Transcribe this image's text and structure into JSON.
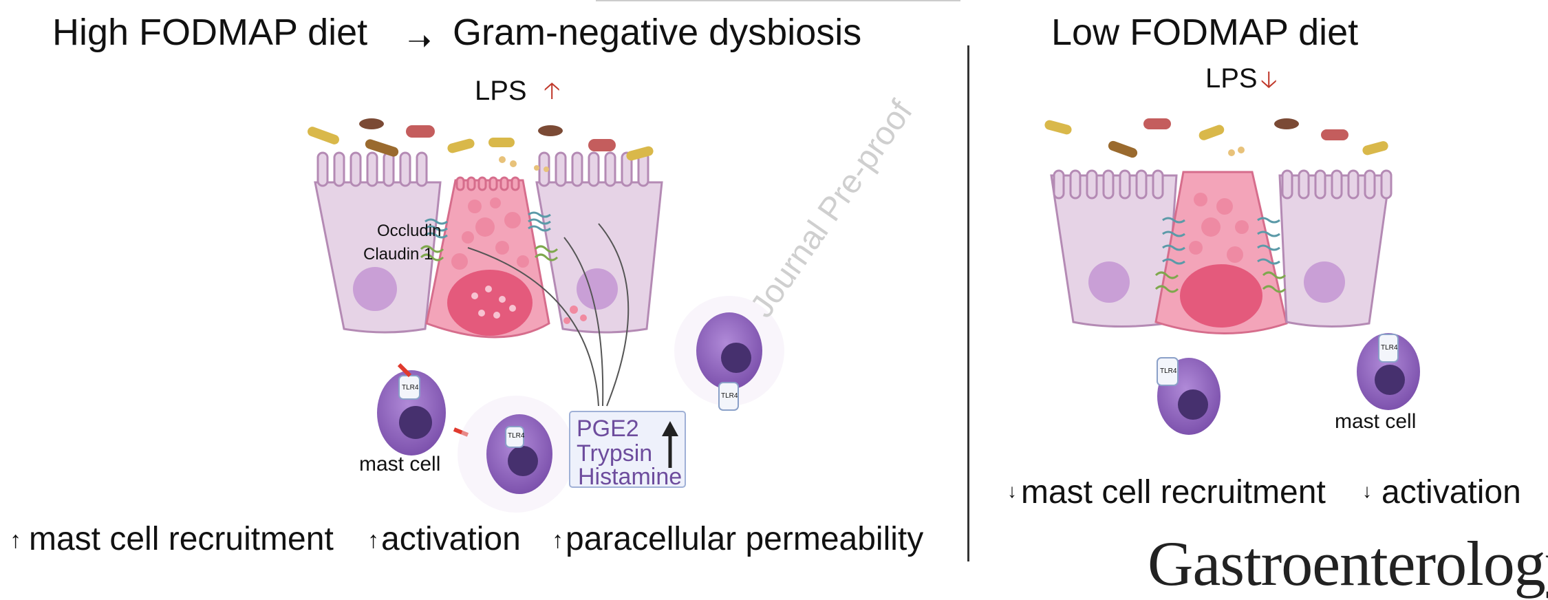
{
  "left": {
    "title_left": "High FODMAP diet",
    "title_right": "Gram-negative dysbiosis",
    "lps_label": "LPS",
    "occludin_label": "Occludin",
    "claudin_label": "Claudin 1",
    "mast_cell_label": "mast cell",
    "tlr4_label": "TLR4",
    "mediators": [
      "PGE2",
      "Trypsin",
      "Histamine"
    ],
    "bottom_captions": [
      "mast cell recruitment",
      "activation",
      "paracellular permeability"
    ]
  },
  "right": {
    "title": "Low FODMAP diet",
    "lps_label": "LPS",
    "mast_cell_label": "mast cell",
    "tlr4_label": "TLR4",
    "bottom_captions": [
      "mast cell recruitment",
      "activation"
    ]
  },
  "watermark": "Journal Pre-proof",
  "journal": "Gastroenterology",
  "colors": {
    "cell_light": "#e6d3e6",
    "cell_pink": "#ef8fa7",
    "nucleus_pink": "#e85d7d",
    "mast_cell": "#8b5fb8",
    "mast_nucleus": "#46306e",
    "arrow_red": "#c0392b",
    "box_bg": "#eef1fb"
  }
}
